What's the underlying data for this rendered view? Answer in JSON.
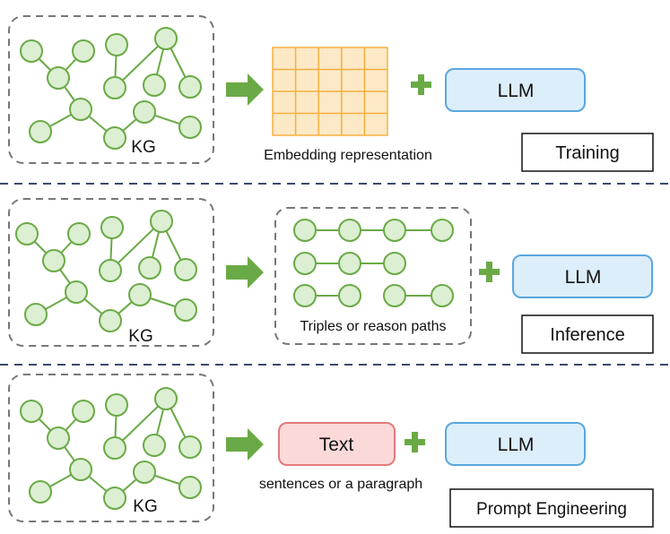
{
  "colors": {
    "node_fill": "#dcefd2",
    "node_stroke": "#6aaa46",
    "edge": "#6aaa46",
    "arrow": "#6aaa46",
    "plus": "#6aaa46",
    "grid_stroke": "#f5b041",
    "grid_fill": "#fde9c5",
    "llm_fill": "#ddeefb",
    "llm_stroke": "#5aa7e0",
    "text_fill": "#fbd9d9",
    "text_stroke": "#e07b7b",
    "dashed_box": "#777777",
    "separator": "#3b4a6b",
    "label_box_stroke": "#111111"
  },
  "sections": [
    {
      "kg_label": "KG",
      "representation_caption": "Embedding representation",
      "llm_label": "LLM",
      "mode_label": "Training"
    },
    {
      "kg_label": "KG",
      "representation_caption": "Triples or reason paths",
      "llm_label": "LLM",
      "mode_label": "Inference"
    },
    {
      "kg_label": "KG",
      "representation_label": "Text",
      "representation_caption": "sentences or a paragraph",
      "llm_label": "LLM",
      "mode_label": "Prompt Engineering"
    }
  ]
}
